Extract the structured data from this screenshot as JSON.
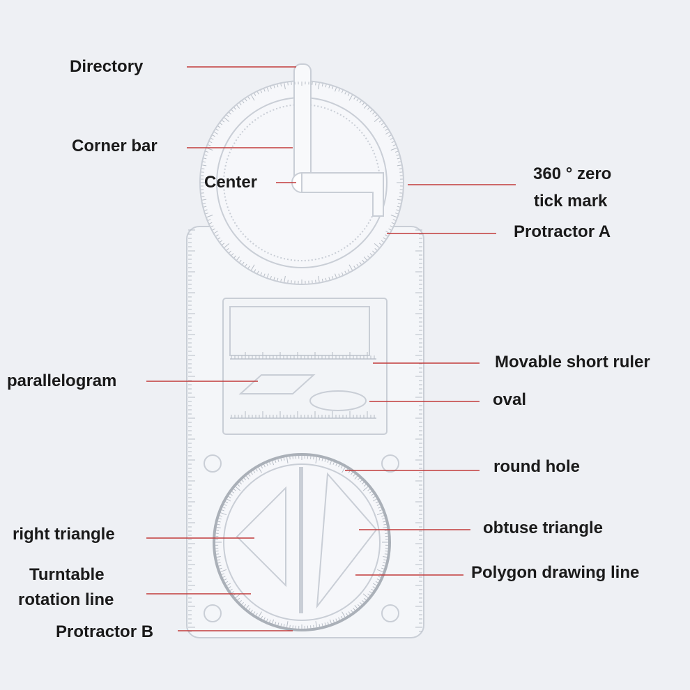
{
  "leader_color": "#c23a3a",
  "labels": {
    "directory": "Directory",
    "corner_bar": "Corner bar",
    "center": "Center",
    "zero_tick_1": "360 ° zero",
    "zero_tick_2": "tick mark",
    "protractor_a": "Protractor A",
    "movable_short_ruler": "Movable short ruler",
    "parallelogram": "parallelogram",
    "oval": "oval",
    "round_hole": "round hole",
    "right_triangle": "right triangle",
    "obtuse_triangle": "obtuse triangle",
    "polygon_drawing_line": "Polygon drawing line",
    "turntable_1": "Turntable",
    "turntable_2": "rotation line",
    "protractor_b": "Protractor B"
  }
}
